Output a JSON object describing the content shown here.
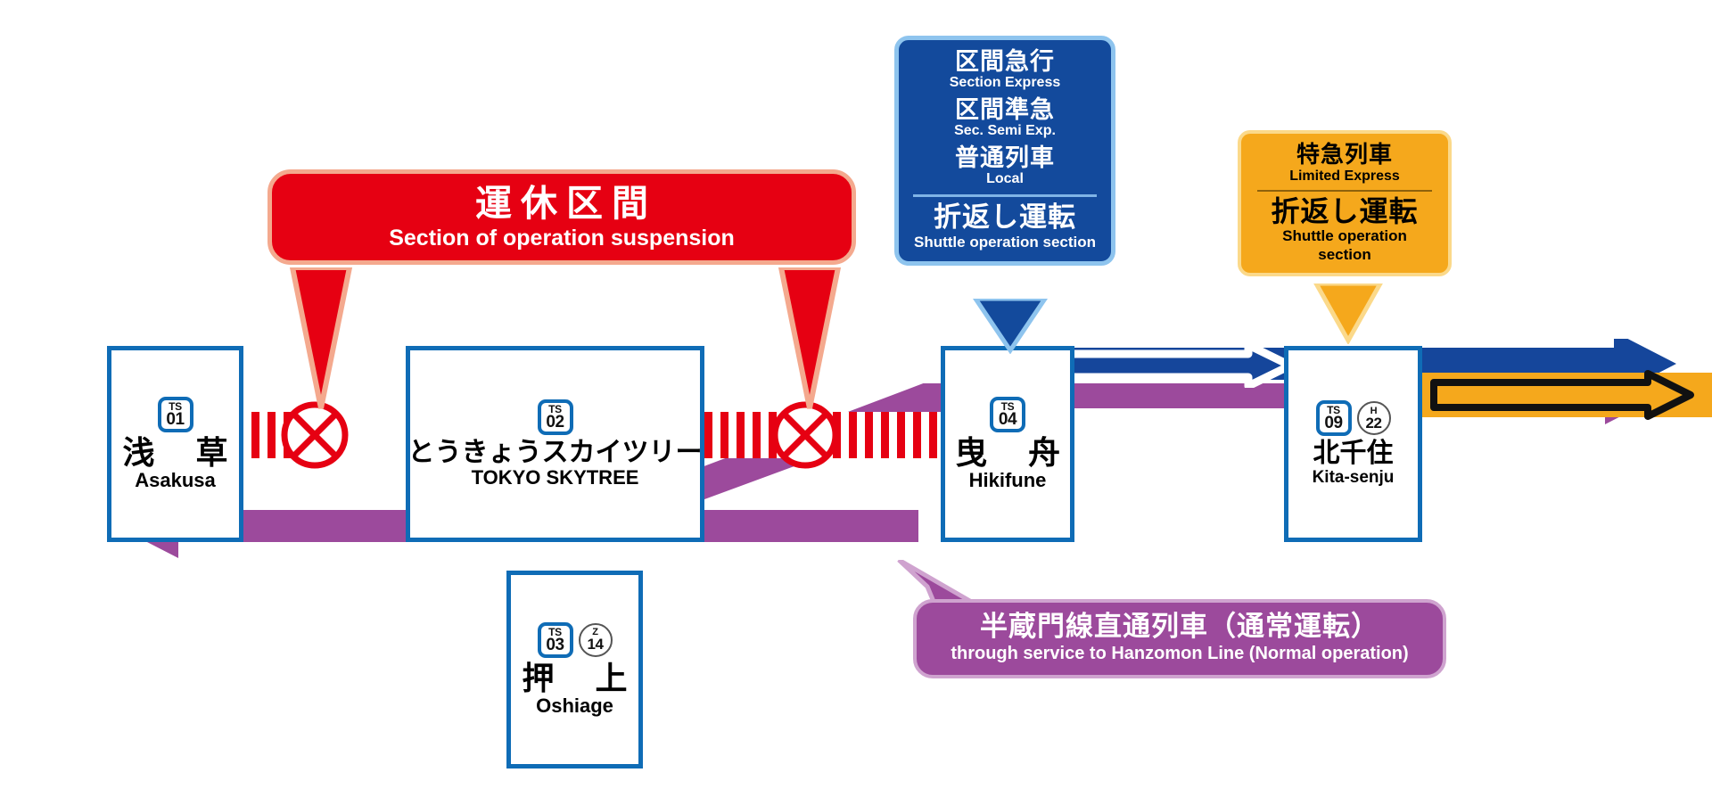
{
  "diagram": {
    "title": "Tobu Skytree Line service disruption diagram",
    "colors": {
      "station_border": "#0f6cb6",
      "suspension_red": "#e60012",
      "express_blue": "#134a9c",
      "limited_express_orange": "#f5a81c",
      "hanzomon_purple": "#9c4a9c"
    }
  },
  "stations": [
    {
      "id": "asakusa",
      "name_ja": "浅 草",
      "name_en": "Asakusa",
      "badges": [
        {
          "line": "TS",
          "num": "01",
          "shape": "square"
        }
      ]
    },
    {
      "id": "tokyo-skytree",
      "name_ja": "とうきょうスカイツリー",
      "name_en": "TOKYO SKYTREE",
      "badges": [
        {
          "line": "TS",
          "num": "02",
          "shape": "square"
        }
      ]
    },
    {
      "id": "oshiage",
      "name_ja": "押 上",
      "name_en": "Oshiage",
      "badges": [
        {
          "line": "TS",
          "num": "03",
          "shape": "square"
        },
        {
          "line": "Z",
          "num": "14",
          "shape": "circle"
        }
      ]
    },
    {
      "id": "hikifune",
      "name_ja": "曳 舟",
      "name_en": "Hikifune",
      "badges": [
        {
          "line": "TS",
          "num": "04",
          "shape": "square"
        }
      ]
    },
    {
      "id": "kita-senju",
      "name_ja": "北千住",
      "name_en": "Kita-senju",
      "badges": [
        {
          "line": "TS",
          "num": "09",
          "shape": "square"
        },
        {
          "line": "H",
          "num": "22",
          "shape": "circle"
        }
      ]
    }
  ],
  "callouts": {
    "suspension": {
      "ja": "運休区間",
      "en": "Section of operation suspension"
    },
    "train_types": {
      "items": [
        {
          "ja": "区間急行",
          "en": "Section Express"
        },
        {
          "ja": "区間準急",
          "en": "Sec. Semi Exp."
        },
        {
          "ja": "普通列車",
          "en": "Local"
        }
      ],
      "shuttle_ja": "折返し運転",
      "shuttle_en": "Shuttle operation section"
    },
    "limited_express": {
      "ja": "特急列車",
      "en": "Limited Express",
      "shuttle_ja": "折返し運転",
      "shuttle_en": "Shuttle operation section"
    },
    "hanzomon": {
      "ja": "半蔵門線直通列車（通常運転）",
      "en": "through service to Hanzomon Line (Normal operation)"
    }
  },
  "icons": {
    "suspension_x": "suspended-section-x-icon"
  }
}
